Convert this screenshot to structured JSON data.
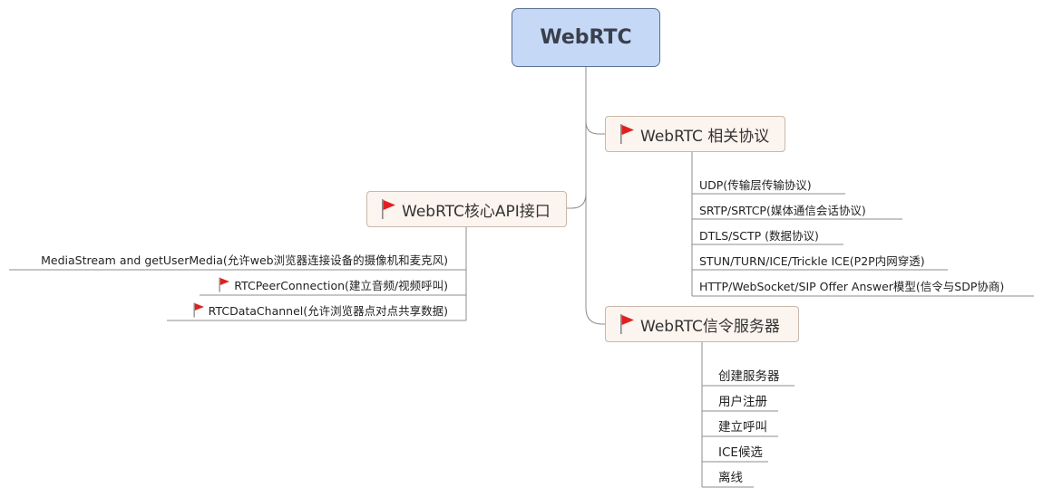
{
  "root": {
    "label": "WebRTC"
  },
  "protocols": {
    "label": "WebRTC 相关协议",
    "items": [
      "UDP(传输层传输协议)",
      "SRTP/SRTCP(媒体通信会话协议)",
      "DTLS/SCTP (数据协议)",
      "STUN/TURN/ICE/Trickle ICE(P2P内网穿透)",
      "HTTP/WebSocket/SIP Offer Answer模型(信令与SDP协商)"
    ]
  },
  "core_api": {
    "label": "WebRTC核心API接口",
    "items": [
      "MediaStream and getUserMedia(允许web浏览器连接设备的摄像机和麦克风)",
      "RTCPeerConnection(建立音频/视频呼叫)",
      "RTCDataChannel(允许浏览器点对点共享数据)"
    ]
  },
  "signaling": {
    "label": "WebRTC信令服务器",
    "items": [
      "创建服务器",
      "用户注册",
      "建立呼叫",
      "ICE候选",
      "离线"
    ]
  },
  "colors": {
    "root_fill": "#c5d9f7",
    "topic_fill": "#fcf4ee",
    "flag": "#e02020",
    "line": "#8c8c8c"
  }
}
